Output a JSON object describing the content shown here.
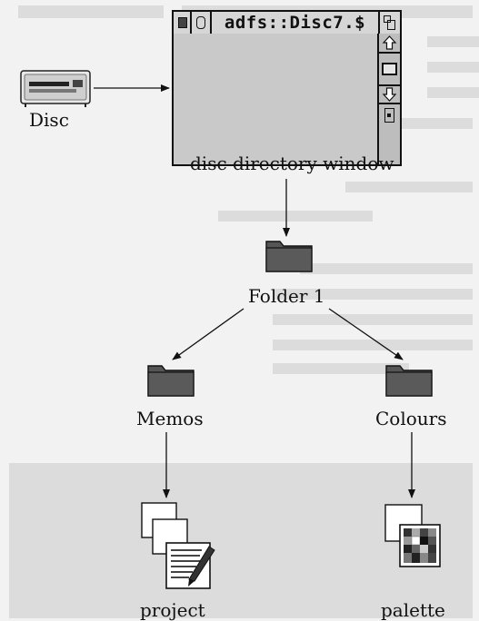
{
  "window": {
    "title": "adfs::Disc7.$",
    "caption": "disc directory window",
    "icons": [
      "back-icon",
      "iconise-icon",
      "toggle-size-icon",
      "scroll-up-icon",
      "scroll-down-icon",
      "resize-icon"
    ]
  },
  "nodes": {
    "disc": "Disc",
    "folder1": "Folder 1",
    "memos": "Memos",
    "colours": "Colours",
    "project": "project",
    "palette": "palette"
  },
  "colors": {
    "ink": "#111111",
    "window_grey": "#c9c9c9",
    "folder_grey": "#555555",
    "paper": "#f2f2f2"
  }
}
